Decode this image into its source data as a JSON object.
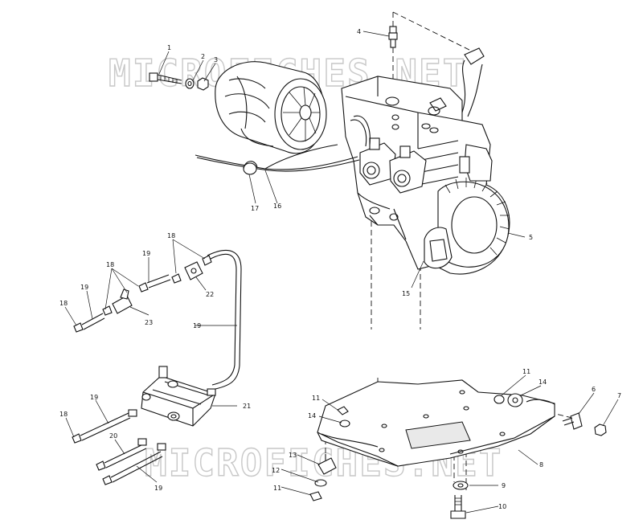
{
  "watermark": "MICROFICHES.NET",
  "callouts": [
    {
      "id": "c1",
      "text": "1"
    },
    {
      "id": "c2",
      "text": "2"
    },
    {
      "id": "c3",
      "text": "3"
    },
    {
      "id": "c4",
      "text": "4"
    },
    {
      "id": "c5",
      "text": "5"
    },
    {
      "id": "c6",
      "text": "6"
    },
    {
      "id": "c7",
      "text": "7"
    },
    {
      "id": "c8",
      "text": "8"
    },
    {
      "id": "c9",
      "text": "9"
    },
    {
      "id": "c10",
      "text": "10"
    },
    {
      "id": "c11a",
      "text": "11"
    },
    {
      "id": "c11b",
      "text": "11"
    },
    {
      "id": "c11c",
      "text": "11"
    },
    {
      "id": "c12",
      "text": "12"
    },
    {
      "id": "c13",
      "text": "13"
    },
    {
      "id": "c14a",
      "text": "14"
    },
    {
      "id": "c14b",
      "text": "14"
    },
    {
      "id": "c15",
      "text": "15"
    },
    {
      "id": "c16",
      "text": "16"
    },
    {
      "id": "c17",
      "text": "17"
    },
    {
      "id": "c18a",
      "text": "18"
    },
    {
      "id": "c18b",
      "text": "18"
    },
    {
      "id": "c18c",
      "text": "18"
    },
    {
      "id": "c18d",
      "text": "18"
    },
    {
      "id": "c19a",
      "text": "19"
    },
    {
      "id": "c19b",
      "text": "19"
    },
    {
      "id": "c19c",
      "text": "19"
    },
    {
      "id": "c19d",
      "text": "19"
    },
    {
      "id": "c19e",
      "text": "19"
    },
    {
      "id": "c20",
      "text": "20"
    },
    {
      "id": "c21",
      "text": "21"
    },
    {
      "id": "c22",
      "text": "22"
    },
    {
      "id": "c23",
      "text": "23"
    }
  ]
}
